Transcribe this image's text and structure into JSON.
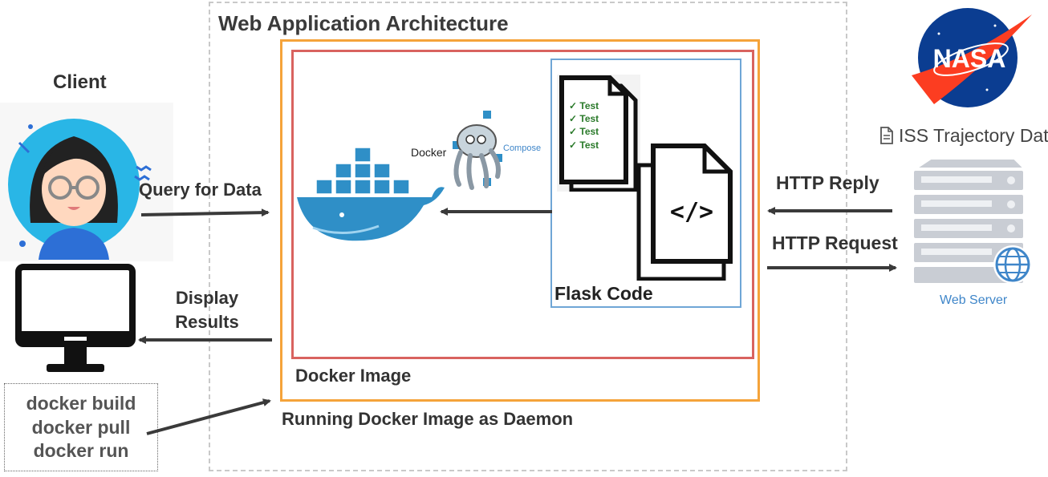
{
  "title": "Web Application Architecture",
  "client": {
    "label": "Client",
    "query_label": "Query for Data",
    "display_label": "Display Results"
  },
  "commands": [
    "docker build",
    "docker pull",
    "docker run"
  ],
  "container": {
    "docker_image_label": "Docker Image",
    "daemon_label": "Running Docker Image as Daemon",
    "flask_label": "Flask Code",
    "docker_text": "Docker",
    "compose_text": "Compose",
    "code_symbol": "</>",
    "tests": [
      "✓ Test",
      "✓ Test",
      "✓ Test",
      "✓ Test"
    ]
  },
  "server": {
    "reply_label": "HTTP Reply",
    "request_label": "HTTP Request",
    "iss_label": "ISS Trajectory Data",
    "web_server_label": "Web Server",
    "nasa_logo": "NASA"
  },
  "colors": {
    "frame": "#c9c9c9",
    "orange": "#f5a33a",
    "red": "#d9635f",
    "blue": "#6fa6d6",
    "docker_blue": "#2496ed",
    "nasa_blue": "#0b3d91",
    "nasa_red": "#fc3d21",
    "web_server_blue": "#3f86c9"
  }
}
